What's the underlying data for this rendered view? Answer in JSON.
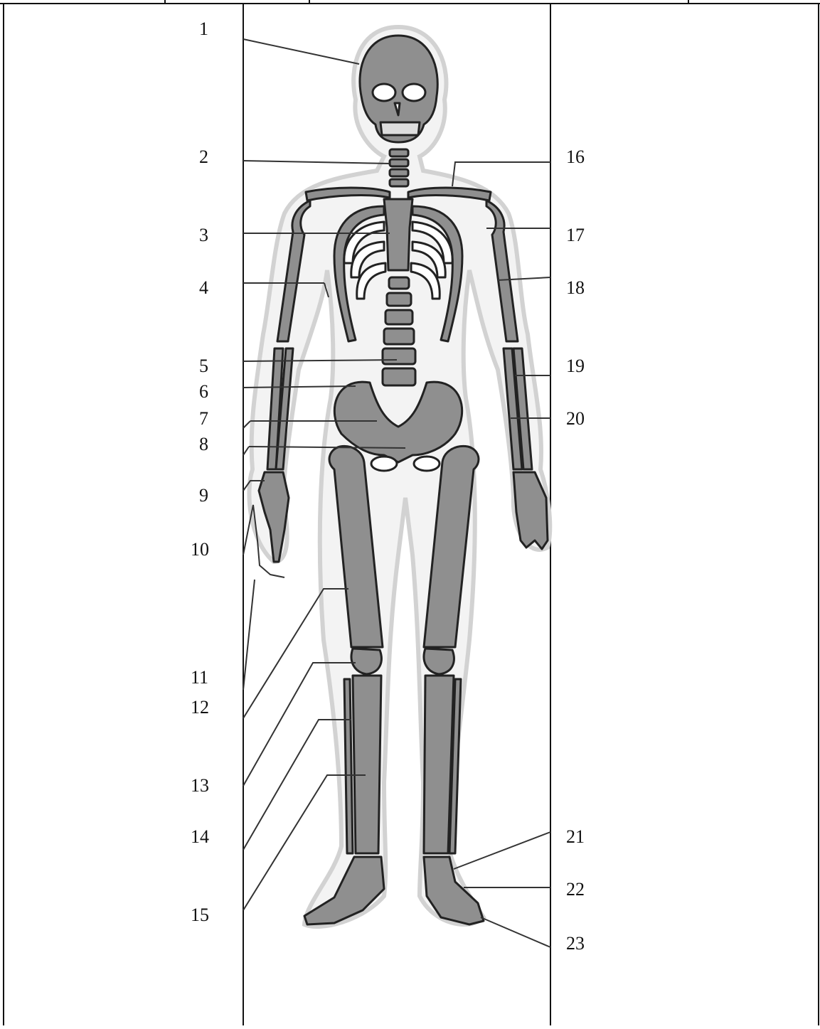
{
  "diagram": {
    "labels_left": [
      "1",
      "2",
      "3",
      "4",
      "5",
      "6",
      "7",
      "8",
      "9",
      "10",
      "11",
      "12",
      "13",
      "14",
      "15"
    ],
    "labels_right": [
      "16",
      "17",
      "18",
      "19",
      "20",
      "21",
      "22",
      "23"
    ]
  },
  "colors": {
    "bone": "#8f8f8f",
    "bone_dark": "#6e6e6e",
    "outline": "#222222",
    "speckle": "#c9c9c9",
    "line": "#333333"
  }
}
